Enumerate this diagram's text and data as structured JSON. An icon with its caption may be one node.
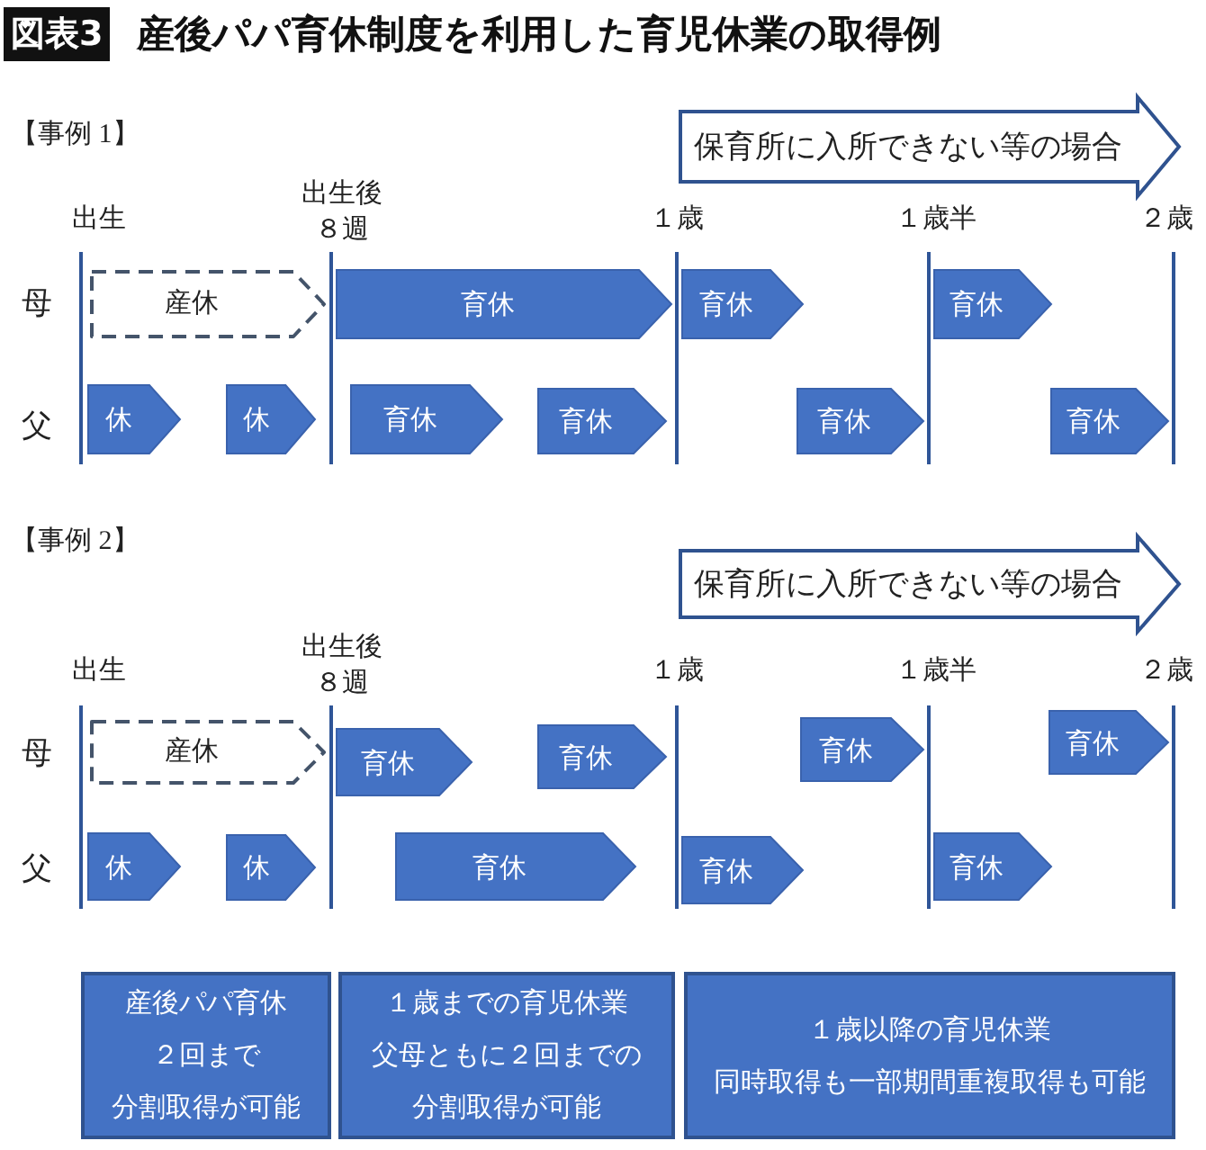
{
  "diagram": {
    "title": "産後パパ育休制度を利用した育児休業の取得例",
    "nodes": [
      {
        "text": [
          "保育所に入所できない等の場合"
        ]
      },
      {
        "text": [
          "産休"
        ]
      },
      {
        "text": [
          "育休"
        ]
      },
      {
        "text": [
          "育休"
        ]
      },
      {
        "text": [
          "育休"
        ]
      },
      {
        "text": [
          "休"
        ]
      },
      {
        "text": [
          "休"
        ]
      },
      {
        "text": [
          "育休"
        ]
      },
      {
        "text": [
          "育休"
        ]
      },
      {
        "text": [
          "育休"
        ]
      },
      {
        "text": [
          "育休"
        ]
      },
      {
        "text": [
          "保育所に入所できない等の場合"
        ]
      },
      {
        "text": [
          "産休"
        ]
      },
      {
        "text": [
          "育休"
        ]
      },
      {
        "text": [
          "育休"
        ]
      },
      {
        "text": [
          "育休"
        ]
      },
      {
        "text": [
          "育休"
        ]
      },
      {
        "text": [
          "休"
        ]
      },
      {
        "text": [
          "休"
        ]
      },
      {
        "text": [
          "育休"
        ]
      },
      {
        "text": [
          "育休"
        ]
      },
      {
        "text": [
          "育休"
        ]
      },
      {
        "text": [
          "産後パパ育休",
          "２回まで",
          "分割取得が可能"
        ]
      },
      {
        "text": [
          "１歳までの育児休業",
          "父母ともに２回までの",
          "分割取得が可能"
        ]
      },
      {
        "text": [
          "１歳以降の育児休業",
          "同時取得も一部期間重複取得も可能"
        ]
      }
    ],
    "edges": [],
    "labels": [
      "図表3",
      "【事例 1】",
      "出生",
      "出生後８週",
      "１歳",
      "１歳半",
      "２歳",
      "母",
      "父",
      "【事例 2】",
      "出生",
      "出生後８週",
      "１歳",
      "１歳半",
      "２歳",
      "母",
      "父"
    ]
  }
}
